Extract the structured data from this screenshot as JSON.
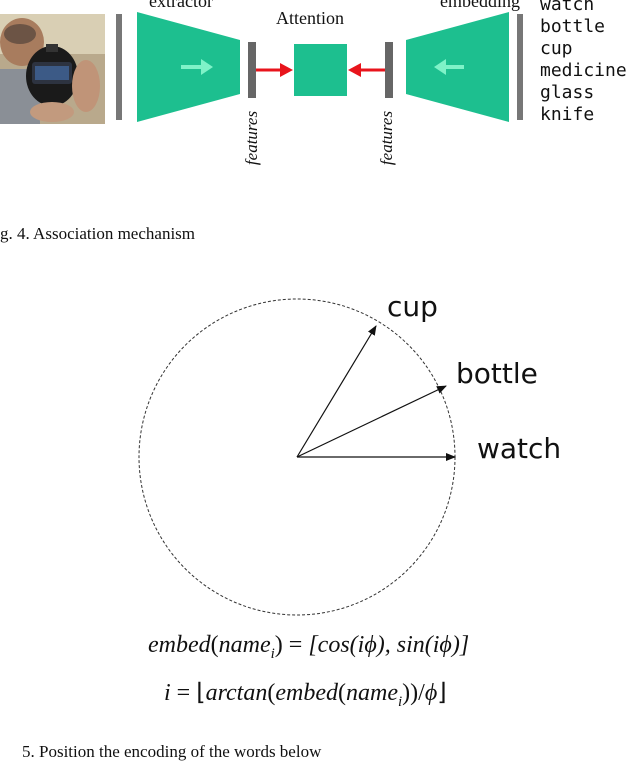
{
  "fig4": {
    "labels": {
      "extractor": "extractor",
      "attention": "Attention",
      "embedding": "embedding",
      "features_left": "features",
      "features_right": "features"
    },
    "words": [
      "watch",
      "bottle",
      "cup",
      "medicine",
      "glass",
      "knife"
    ],
    "caption": "g. 4.   Association mechanism",
    "colors": {
      "block": "#1dbf8f",
      "arrow": "#e8141c",
      "bar": "#777777"
    }
  },
  "fig5": {
    "vectors": [
      {
        "label": "cup"
      },
      {
        "label": "bottle"
      },
      {
        "label": "watch"
      }
    ],
    "eq1": {
      "lhs_fn": "embed",
      "lhs_var": "name",
      "lhs_sub": "i",
      "rhs": "[cos(iϕ), sin(iϕ)]"
    },
    "eq2": {
      "lhs": "i",
      "fn": "arctan",
      "inner_fn": "embed",
      "inner_var": "name",
      "inner_sub": "i",
      "den": "ϕ"
    },
    "caption": "5.   Position the encoding of the words below"
  }
}
